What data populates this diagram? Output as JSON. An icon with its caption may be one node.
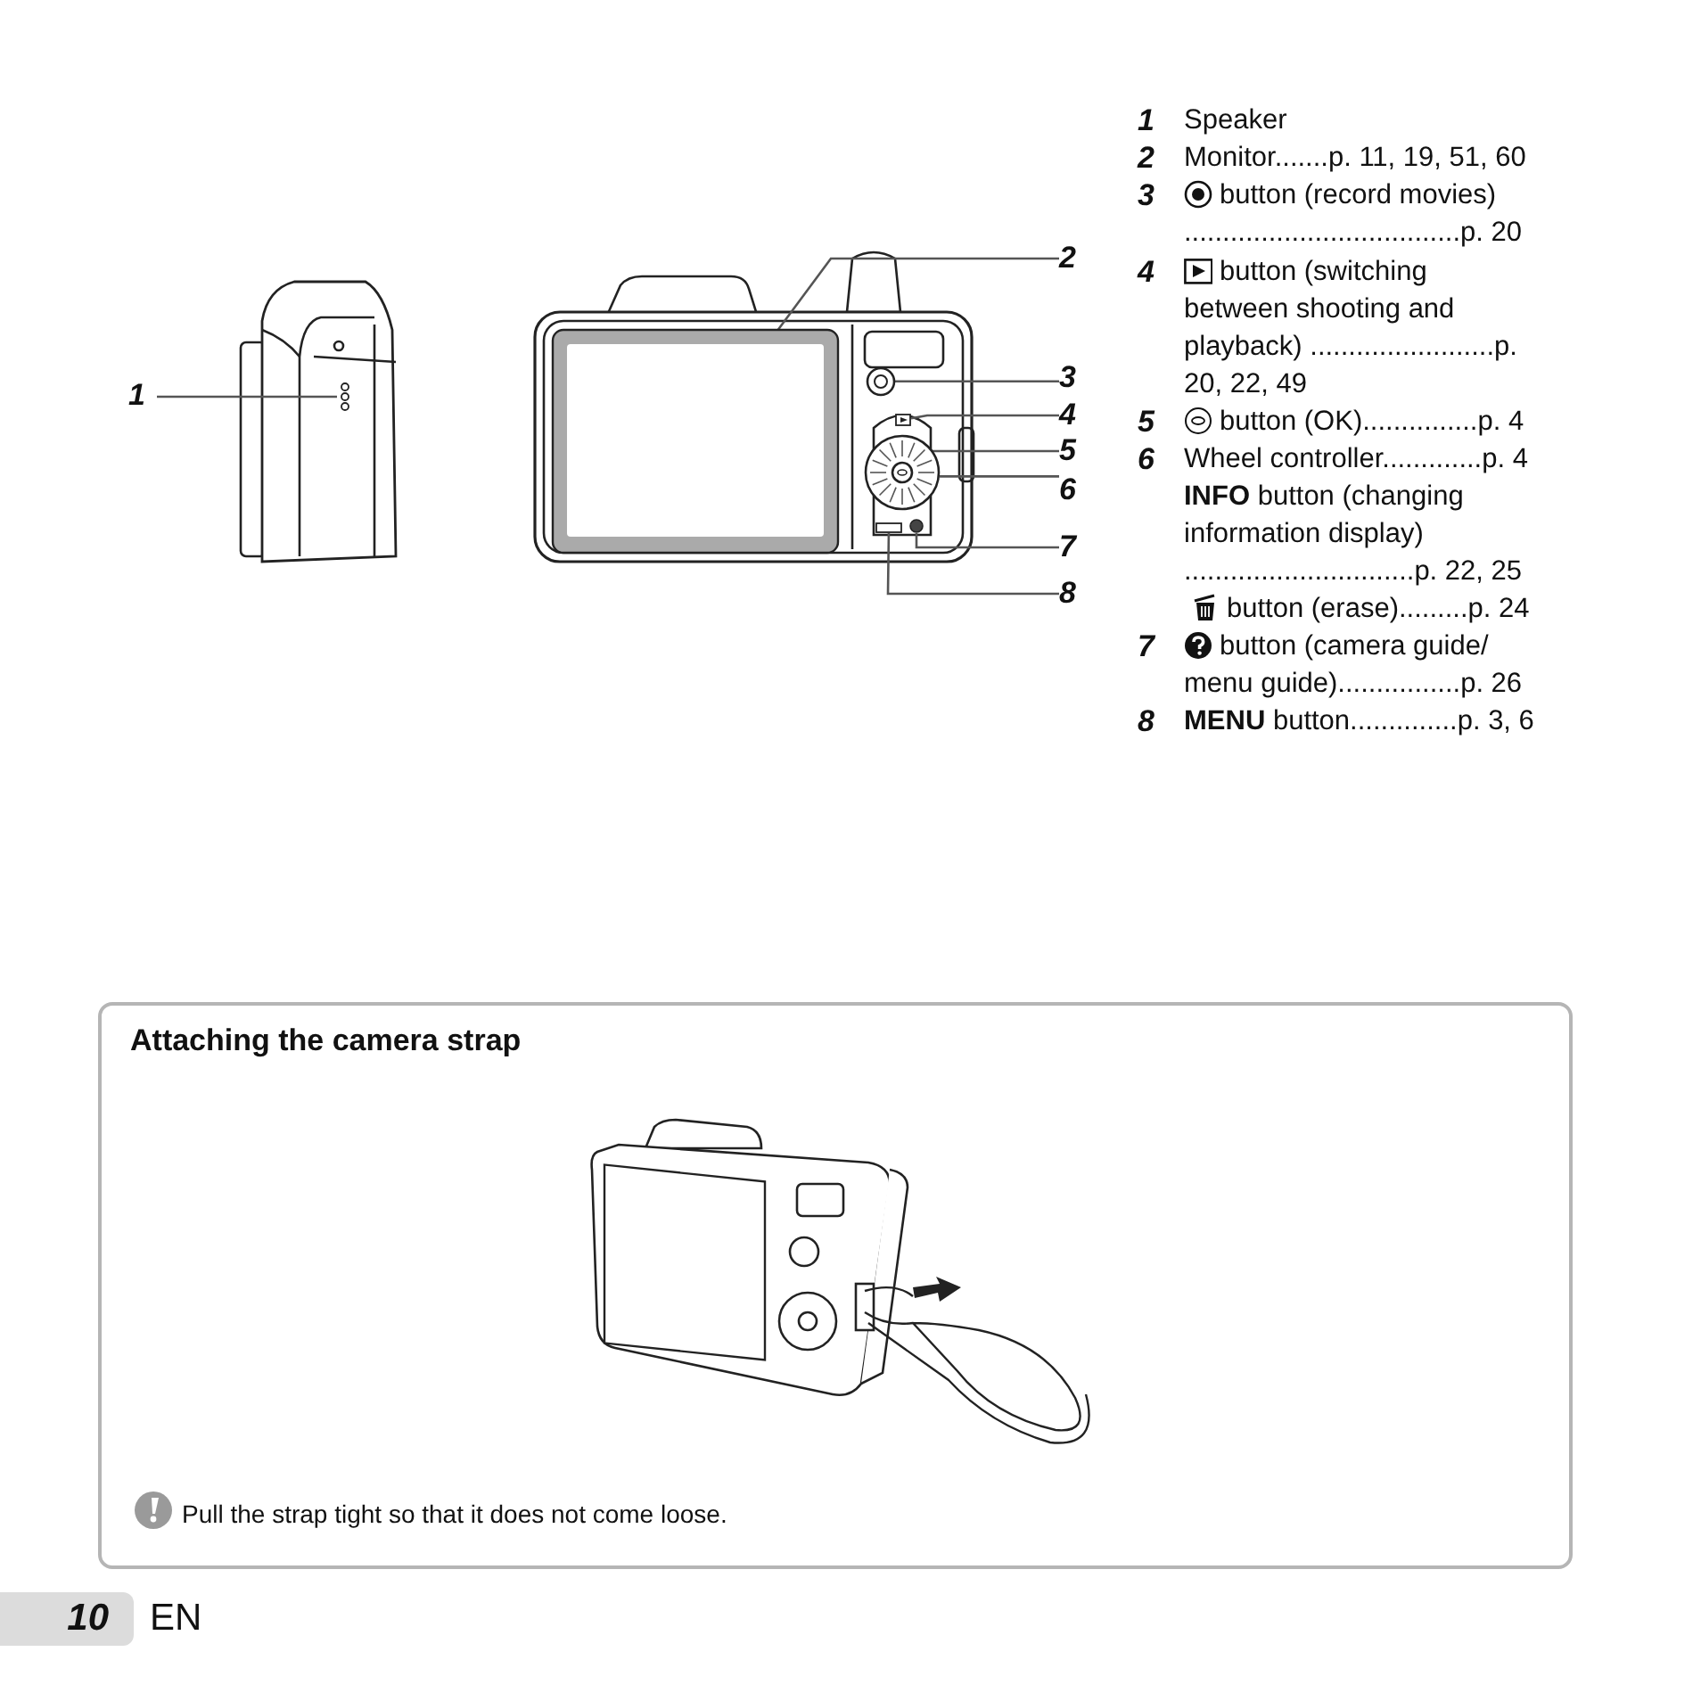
{
  "diagram": {
    "nodes": [
      {
        "text": [
          "1"
        ]
      },
      {
        "text": [],
        "shape": "circle"
      },
      {
        "text": [
          "2"
        ]
      },
      {
        "text": [],
        "shape": "box"
      },
      {
        "text": [
          "3"
        ]
      },
      {
        "text": [],
        "shape": "circle"
      },
      {
        "text": [
          "4"
        ]
      },
      {
        "text": [],
        "shape": "box"
      },
      {
        "text": [
          "5"
        ]
      },
      {
        "text": [],
        "shape": "circle",
        "in": 11
      },
      {
        "text": [
          "6"
        ]
      },
      {
        "text": [],
        "shape": "circle"
      },
      {
        "text": [
          "7"
        ]
      },
      {
        "text": [],
        "shape": "circle"
      },
      {
        "text": [
          "8"
        ]
      },
      {
        "text": [],
        "shape": "box"
      },
      {
        "text": [
          "Attaching the camera strap",
          "Pull the strap tight so that it does not come loose."
        ]
      }
    ],
    "edges": [
      {
        "from": 0,
        "to": 1,
        "arrow": "none"
      },
      {
        "from": 2,
        "to": 3,
        "arrow": "none"
      },
      {
        "from": 4,
        "to": 5,
        "arrow": "none"
      },
      {
        "from": 6,
        "to": 7,
        "arrow": "none"
      },
      {
        "from": 8,
        "to": 9,
        "arrow": "none"
      },
      {
        "from": 10,
        "to": 11,
        "arrow": "none"
      },
      {
        "from": 12,
        "to": 13,
        "arrow": "none"
      },
      {
        "from": 14,
        "to": 15,
        "arrow": "none"
      }
    ],
    "labels": [
      "1",
      "Speaker",
      "2",
      "Monitor.......p. 11, 19, 51, 60",
      "3",
      "button (record movies) ....................................p. 20",
      "4",
      "button (switching between shooting and playback) ........................p. 20, 22, 49",
      "5",
      "button (OK)...............p. 4",
      "6",
      "Wheel controller.............p. 4",
      "**INFO** button (changing information display) ..............................p. 22, 25",
      "button (erase).........p. 24",
      "7",
      "button (camera guide/ menu guide)................p. 26",
      "8",
      "**MENU** button..............p. 3, 6",
      "10",
      "EN"
    ]
  }
}
